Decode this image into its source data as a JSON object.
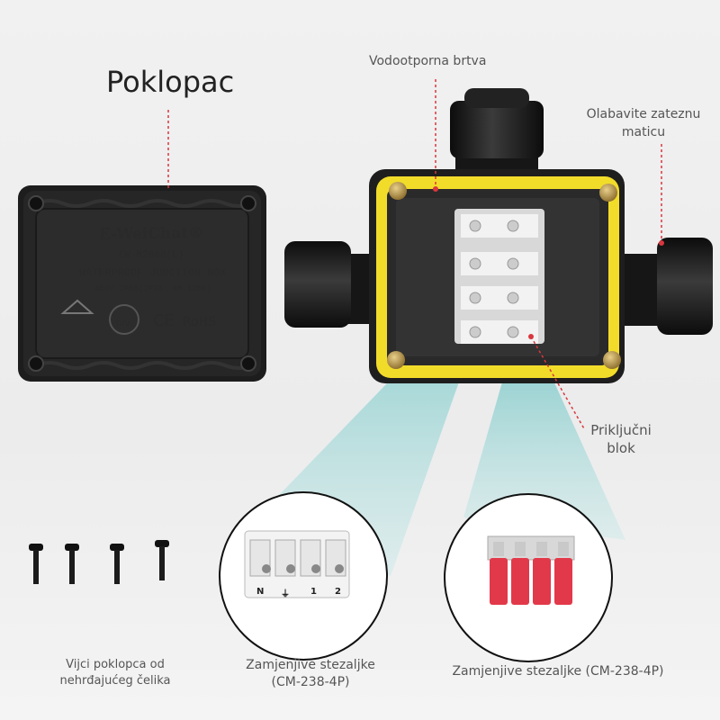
{
  "labels": {
    "cover": "Poklopac",
    "seal": "Vodootporna brtva",
    "nut": "Olabavite zateznu maticu",
    "block": "Priključni blok",
    "screws": "Vijci poklopca od nehrđajućeg čelika",
    "clamps_white": "Zamjenjive stezaljke (CM-238-4P)",
    "clamps_red": "Zamjenjive stezaljke (CM-238-4P)"
  },
  "lid": {
    "brand": "E-WeiChat®",
    "model": "EW-M2068(L)",
    "title": "WATERPROOF JUNCTION BOX",
    "spec": "450V IP68(IPX8: 4M,120H)",
    "tuv": "TÜV",
    "ce": "CE",
    "rohs": "RoHS"
  },
  "terminal_labels": [
    "N",
    "⏚",
    "1",
    "2"
  ],
  "colors": {
    "gasket_yellow": "#f2dc2a",
    "box_black": "#1e1e1e",
    "clamp_red": "#e2394a",
    "beam_cyan": "#9ed6d6",
    "leader_red": "#d9363e"
  }
}
